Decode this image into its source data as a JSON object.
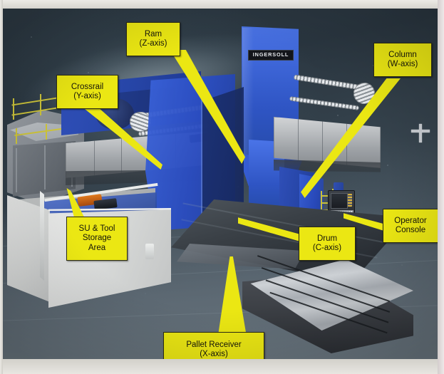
{
  "image": {
    "subject": "Ingersoll gantry machining center annotated diagram",
    "brand_plate": "INGERSOLL",
    "accent_color": "#ebe713",
    "machine_blue": "#2a4cc0",
    "cover_gray": "#b6babf",
    "background_color": "#36434d"
  },
  "callouts": [
    {
      "id": "ram",
      "name": "ram",
      "lines": [
        "Ram",
        "(Z-axis)"
      ]
    },
    {
      "id": "column",
      "name": "column",
      "lines": [
        "Column",
        "(W-axis)"
      ]
    },
    {
      "id": "crossrail",
      "name": "crossrail",
      "lines": [
        "Crossrail",
        "(Y-axis)"
      ]
    },
    {
      "id": "storage",
      "name": "su-and-tool-storage-area",
      "lines": [
        "SU & Tool",
        "Storage",
        "Area"
      ]
    },
    {
      "id": "drum",
      "name": "drum",
      "lines": [
        "Drum",
        "(C-axis)"
      ]
    },
    {
      "id": "console",
      "name": "operator-console",
      "lines": [
        "Operator",
        "Console"
      ]
    },
    {
      "id": "pallet",
      "name": "pallet-receiver",
      "lines": [
        "Pallet Receiver",
        "(X-axis)"
      ]
    }
  ]
}
